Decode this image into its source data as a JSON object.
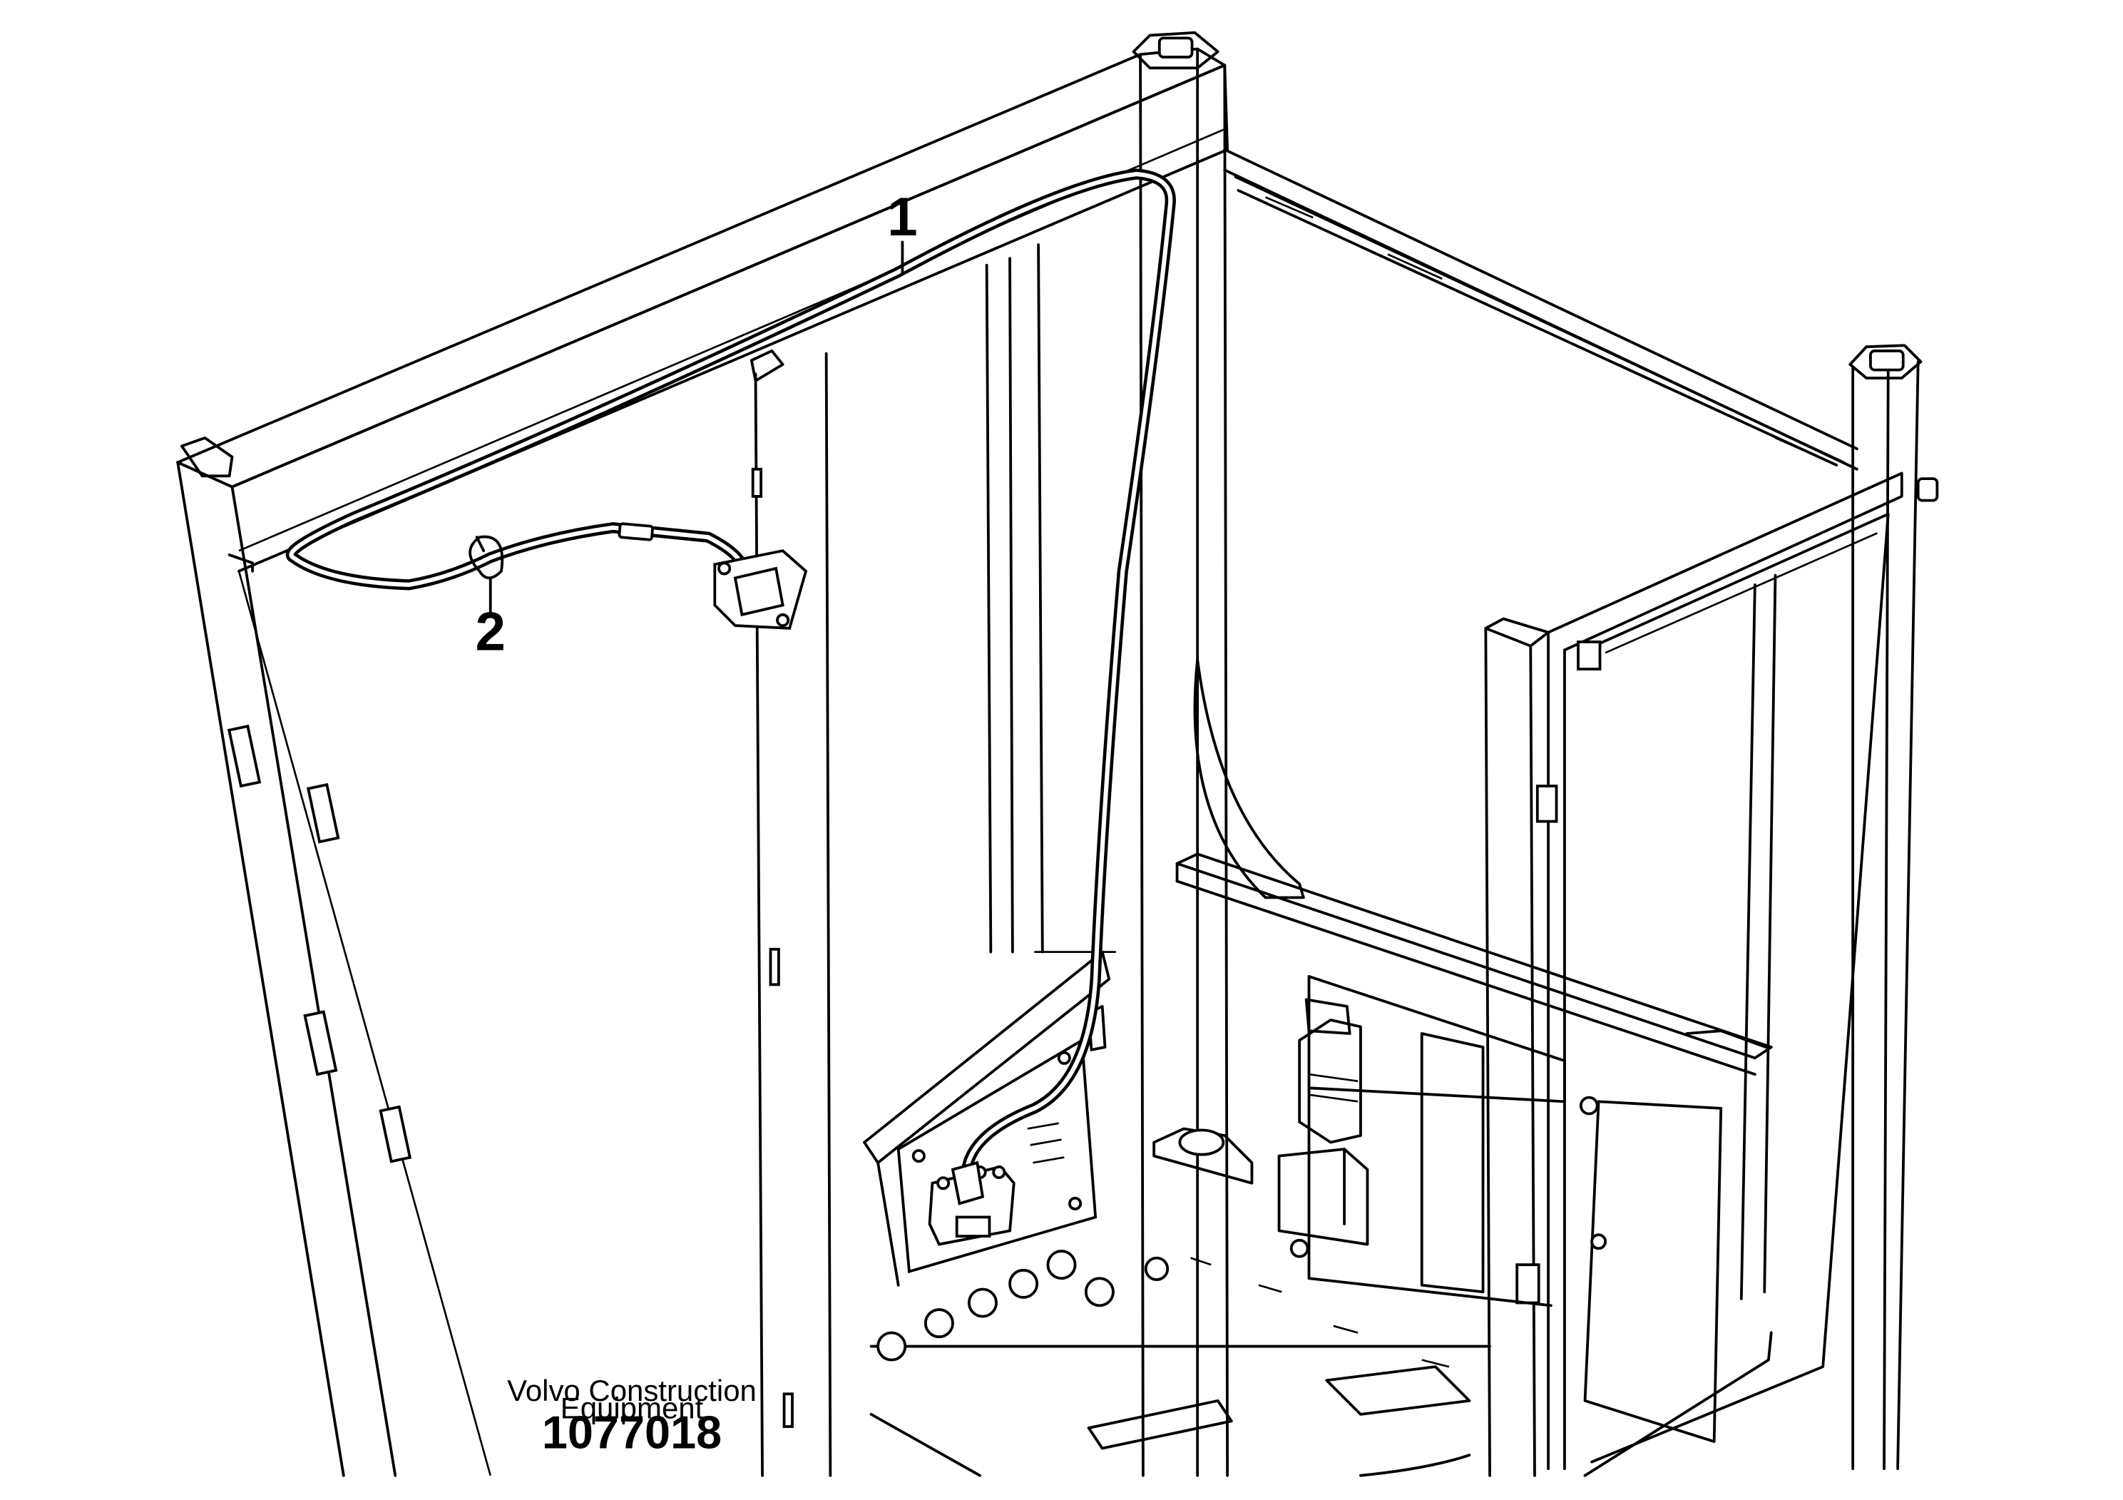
{
  "callouts": [
    {
      "id": "1",
      "label": "1"
    },
    {
      "id": "2",
      "label": "2"
    }
  ],
  "footer": {
    "manufacturer_line1": "Volvo Construction",
    "manufacturer_line2": "Equipment",
    "drawing_number": "1077018"
  }
}
